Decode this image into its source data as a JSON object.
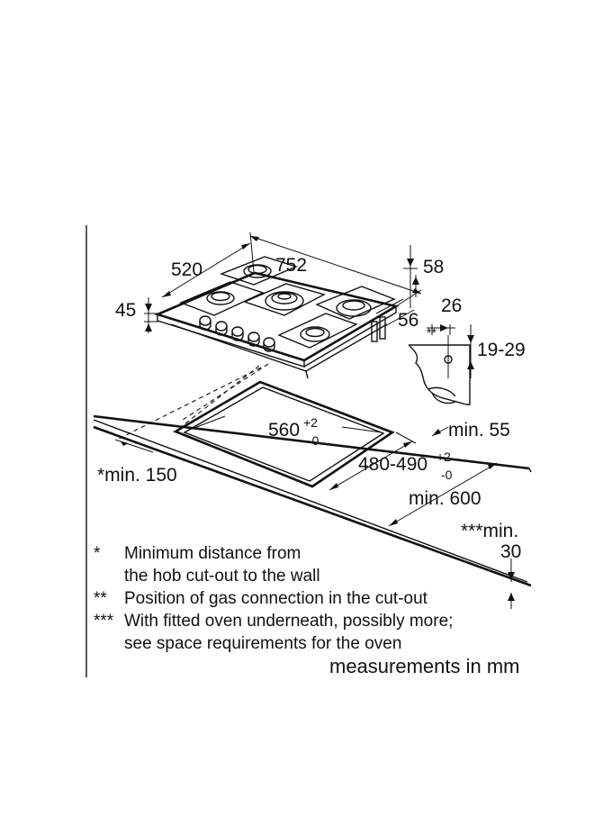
{
  "dimensions": {
    "width": "752",
    "depth": "520",
    "height_front": "45",
    "height_rear": "58",
    "side_offset": "56",
    "gas_offset": "26",
    "gas_height": "19-29",
    "gas_marker": "**",
    "min_front": "min. 55",
    "cutout_width": "560",
    "cutout_width_tol_plus": "+2",
    "cutout_width_tol_minus": "-0",
    "cutout_depth": "480-490",
    "cutout_depth_tol_plus": "+2",
    "cutout_depth_tol_minus": "-0",
    "min_wall": "*min. 150",
    "min_worktop": "min. 600",
    "min_oven_prefix": "***min.",
    "min_oven_value": "30"
  },
  "notes": [
    {
      "marker": "*",
      "lines": [
        "Minimum distance from",
        "the hob cut-out to the wall"
      ]
    },
    {
      "marker": "**",
      "lines": [
        "Position of gas connection in the cut-out"
      ]
    },
    {
      "marker": "***",
      "lines": [
        "With fitted oven underneath, possibly more;",
        "see space requirements for the oven"
      ]
    }
  ],
  "units_label": "measurements in mm"
}
